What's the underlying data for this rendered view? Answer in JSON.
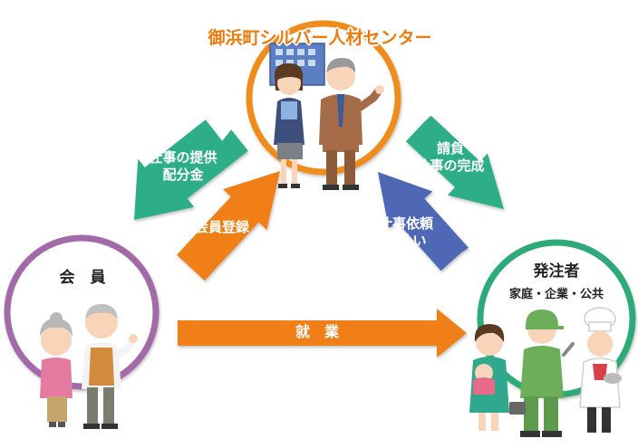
{
  "center": {
    "title": "御浜町シルバー人材センター",
    "ring_color": "#f08c1e"
  },
  "member": {
    "title": "会　員",
    "ring_color": "#a26aa8"
  },
  "client": {
    "title": "発注者",
    "subtitle": "家庭・企業・公共",
    "ring_color": "#2faa78"
  },
  "arrows": {
    "provide_work": {
      "line1": "仕事の提供",
      "line2": "配分金",
      "color": "#2fae86"
    },
    "register": {
      "line1": "会員登録",
      "color": "#ef7f14"
    },
    "contract": {
      "line1": "請負",
      "line2": "仕事の完成",
      "color": "#2fae86"
    },
    "request": {
      "line1": "仕事依頼",
      "line2": "支払い",
      "color": "#4f68b6"
    },
    "employment": {
      "line1": "就　業",
      "color": "#ef7f14"
    }
  }
}
